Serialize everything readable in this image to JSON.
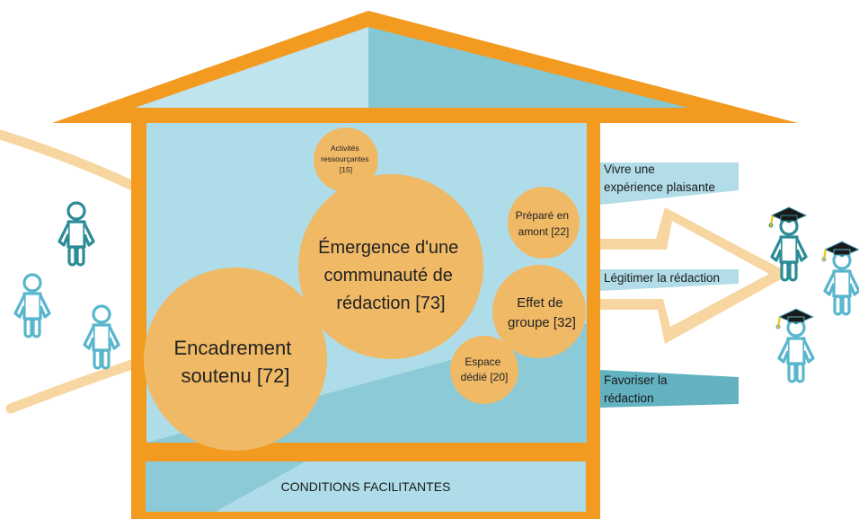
{
  "colors": {
    "frame": "#F39A20",
    "wall_light": "#AEDDE9",
    "wall_dark": "#7FC2CF",
    "bubble": "#F0B966",
    "ribbon": "#B2DDE8",
    "ribbon_dark": "#62B2C2",
    "beam": "#F8D6A2",
    "figure_dark": "#2B8C96",
    "figure_light": "#58B6CD",
    "cap": "#1A1A1A",
    "tassel": "#F2C100"
  },
  "icons": [
    "person-icon",
    "graduate-icon"
  ],
  "bubbles": [
    {
      "id": "activites",
      "lines": [
        "Activités",
        "ressourçantes",
        "[15]"
      ],
      "value": 15
    },
    {
      "id": "emergence",
      "lines": [
        "Émergence d'une",
        "communauté de",
        "rédaction [73]"
      ],
      "value": 73
    },
    {
      "id": "prepare",
      "lines": [
        "Préparé en",
        "amont [22]"
      ],
      "value": 22
    },
    {
      "id": "effet",
      "lines": [
        "Effet de",
        "groupe [32]"
      ],
      "value": 32
    },
    {
      "id": "espace",
      "lines": [
        "Espace",
        "dédié [20]"
      ],
      "value": 20
    },
    {
      "id": "encadrement",
      "lines": [
        "Encadrement",
        "soutenu [72]"
      ],
      "value": 72
    }
  ],
  "outcomes": [
    {
      "id": "vivre",
      "lines": [
        "Vivre une",
        "expérience plaisante"
      ]
    },
    {
      "id": "legitimer",
      "lines": [
        "Légitimer la rédaction"
      ]
    },
    {
      "id": "favoriser",
      "lines": [
        "Favoriser la",
        "rédaction"
      ]
    }
  ],
  "foundation": {
    "label": "CONDITIONS FACILITANTES"
  }
}
